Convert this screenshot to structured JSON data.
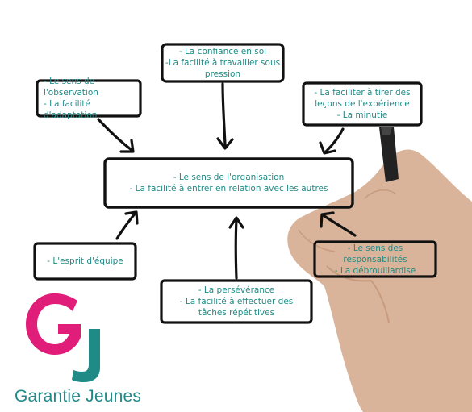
{
  "diagram": {
    "nodes": [
      {
        "id": "top",
        "lines": [
          "- La confiance en soi",
          "-La facilité à travailler sous",
          "pression"
        ]
      },
      {
        "id": "top-left",
        "lines": [
          "- Le sens de l'observation",
          "- La facilité d'adaptation"
        ]
      },
      {
        "id": "top-right",
        "lines": [
          "- La faciliter à tirer des",
          "leçons de l'expérience",
          "- La minutie"
        ]
      },
      {
        "id": "center",
        "lines": [
          "- Le sens de l'organisation",
          "- La facilité à entrer en relation avec les autres"
        ]
      },
      {
        "id": "bottom-left",
        "lines": [
          "- L'esprit d'équipe"
        ]
      },
      {
        "id": "bottom",
        "lines": [
          "- La persévérance",
          "- La facilité à effectuer des",
          "tâches répétitives"
        ]
      },
      {
        "id": "bottom-right",
        "lines": [
          "- Le sens des responsabilités",
          "- La débrouillardise"
        ]
      }
    ]
  },
  "logo": {
    "letters": "GJ",
    "text": "Garantie Jeunes",
    "colors": {
      "g": "#e01e79",
      "j": "#1f8a86"
    }
  },
  "colors": {
    "text": "#1f8a86",
    "outline": "#111111"
  }
}
